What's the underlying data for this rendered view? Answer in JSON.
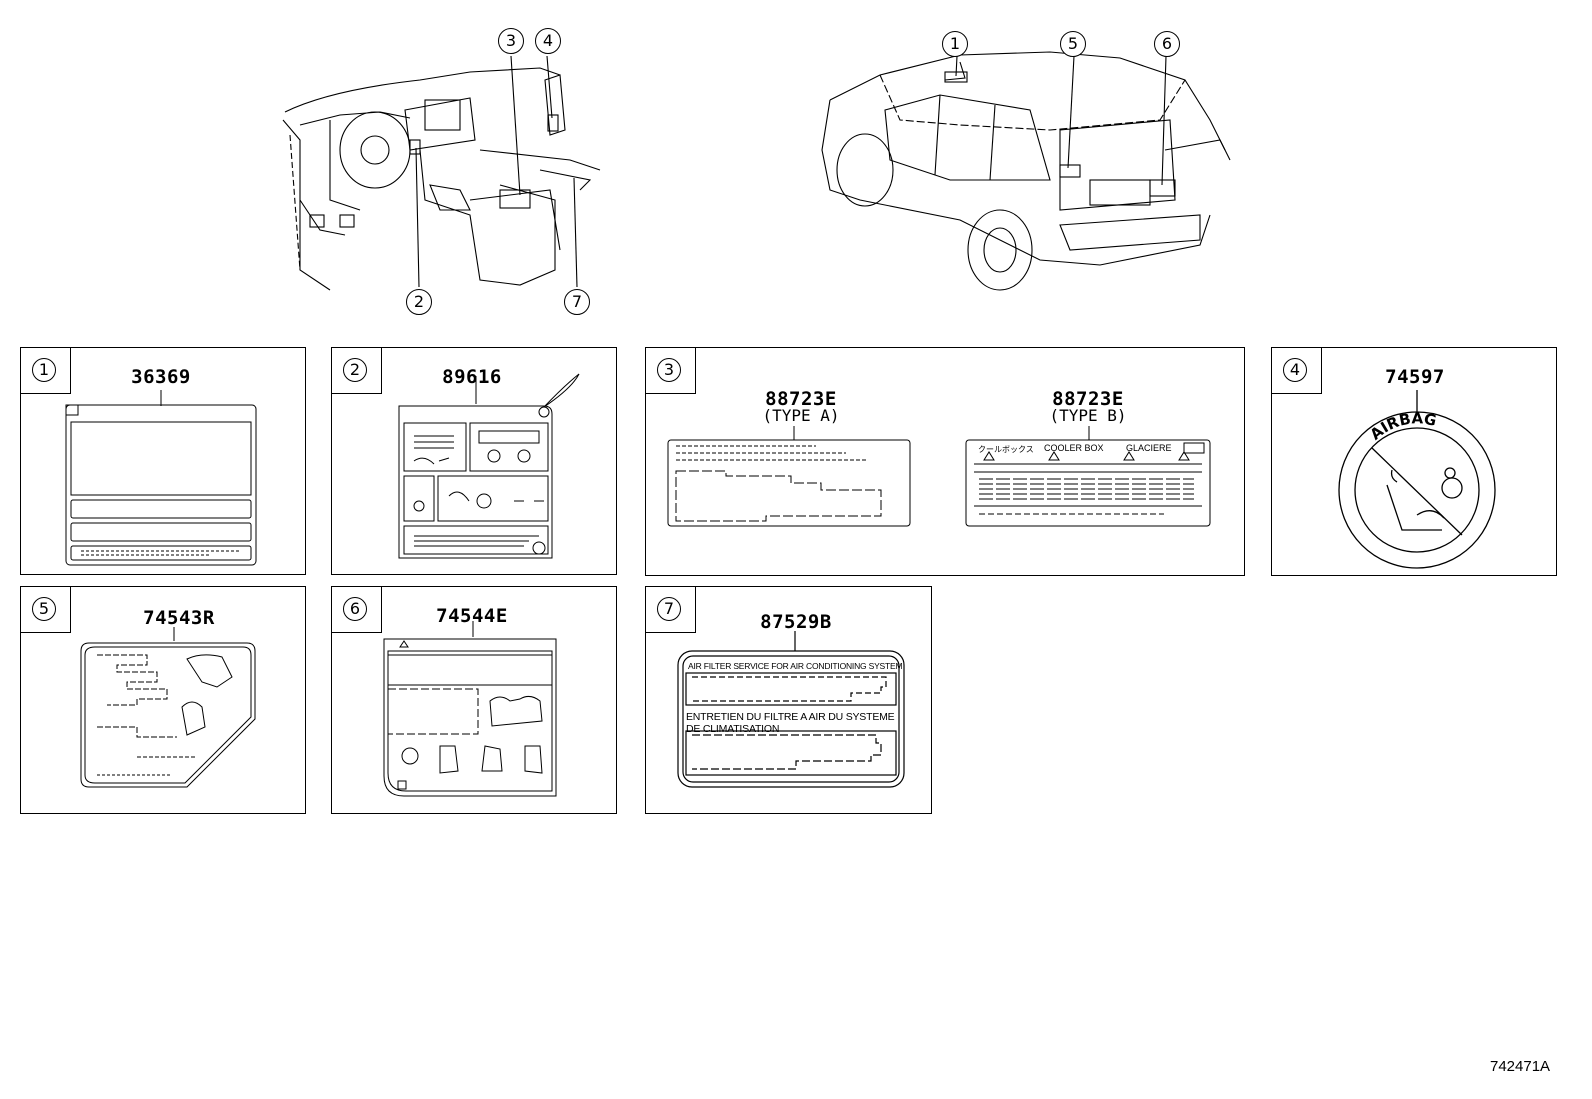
{
  "top_callouts": {
    "interior": [
      "3",
      "4",
      "2",
      "7"
    ],
    "exterior": [
      "1",
      "5",
      "6"
    ]
  },
  "panels": [
    {
      "num": "1",
      "part": "36369"
    },
    {
      "num": "2",
      "part": "89616"
    },
    {
      "num": "3",
      "part_a": "88723E",
      "sub_a": "(TYPE A)",
      "part_b": "88723E",
      "sub_b": "(TYPE B)"
    },
    {
      "num": "4",
      "part": "74597",
      "badge_text": "AIRBAG"
    },
    {
      "num": "5",
      "part": "74543R"
    },
    {
      "num": "6",
      "part": "74544E"
    },
    {
      "num": "7",
      "part": "87529B",
      "line1": "AIR FILTER SERVICE FOR AIR CONDITIONING SYSTEM",
      "line2": "ENTRETIEN DU FILTRE A AIR DU SYSTEME",
      "line3": "DE CLIMATISATION"
    }
  ],
  "cooler_label": {
    "words": [
      "クールボックス",
      "COOLER BOX",
      "GLACIERE"
    ]
  },
  "reference_code": "742471A"
}
